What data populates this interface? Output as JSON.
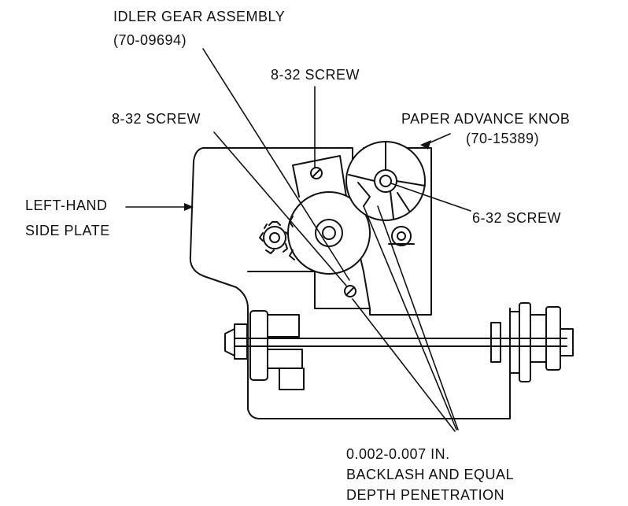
{
  "labels": {
    "idler_gear": "IDLER GEAR ASSEMBLY",
    "idler_gear_pn": "(70-09694)",
    "screw_upper": "8-32 SCREW",
    "screw_left": "8-32 SCREW",
    "paper_knob": "PAPER ADVANCE KNOB",
    "paper_knob_pn": "(70-15389)",
    "side_plate_line1": "LEFT-HAND",
    "side_plate_line2": "SIDE PLATE",
    "screw_632": "6-32 SCREW",
    "backlash_line1": "0.002-0.007 IN.",
    "backlash_line2": "BACKLASH AND EQUAL",
    "backlash_line3": "DEPTH PENETRATION"
  },
  "colors": {
    "ink": "#111111",
    "paper": "#ffffff"
  }
}
